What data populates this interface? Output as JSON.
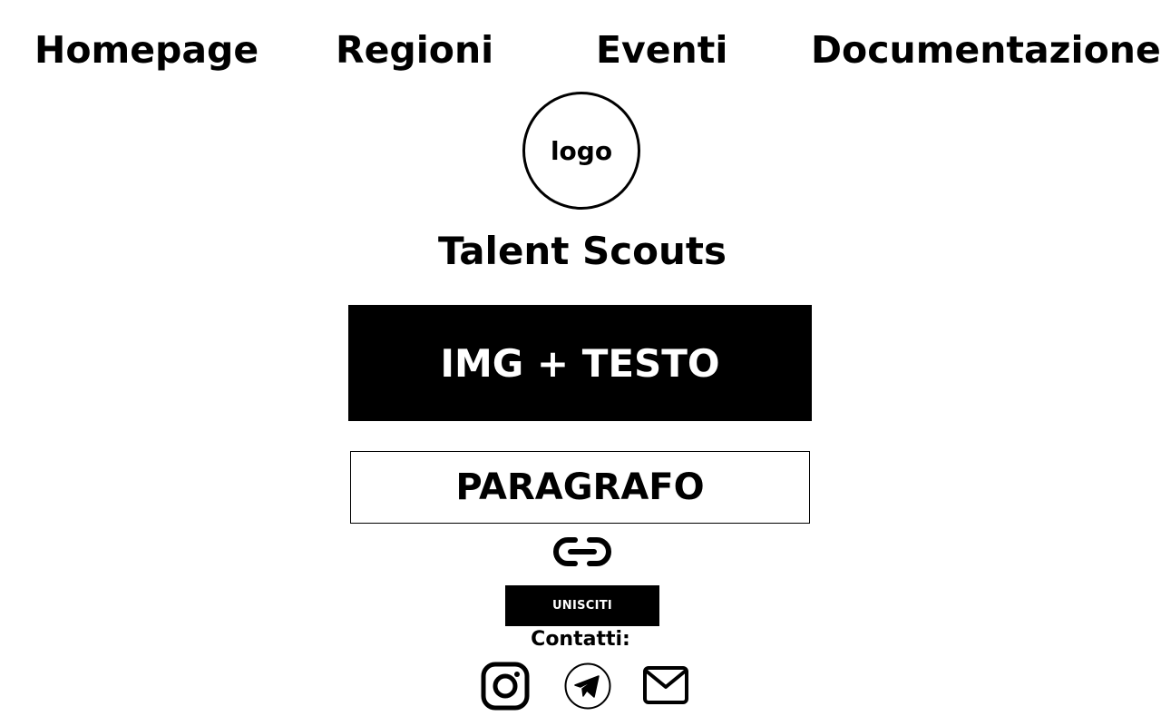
{
  "nav": {
    "items": [
      {
        "label": "Homepage"
      },
      {
        "label": "Regioni"
      },
      {
        "label": "Eventi"
      },
      {
        "label": "Documentazione"
      }
    ]
  },
  "logo": {
    "text": "logo"
  },
  "site": {
    "title": "Talent Scouts"
  },
  "hero": {
    "text": "IMG + TESTO"
  },
  "paragraph": {
    "text": "PARAGRAFO"
  },
  "link": {
    "icon": "link-icon"
  },
  "join": {
    "label": "UNISCITI"
  },
  "contacts": {
    "label": "Contatti:",
    "icons": [
      "instagram-icon",
      "telegram-icon",
      "mail-icon"
    ]
  },
  "colors": {
    "background": "#ffffff",
    "foreground": "#000000"
  }
}
